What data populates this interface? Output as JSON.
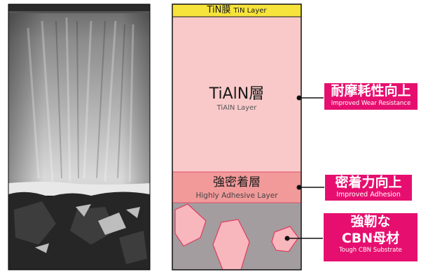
{
  "layers": {
    "tin": {
      "name_jp": "TiN膜",
      "name_en": "TiN Layer",
      "color": "#f6e33b"
    },
    "tialn": {
      "name_jp": "TiAlN層",
      "name_en": "TiAlN Layer",
      "color": "#f9c9c9"
    },
    "adhesive": {
      "name_jp": "強密着層",
      "name_en": "Highly Adhesive Layer",
      "color": "#f29a9a"
    },
    "substrate": {
      "color": "#a39d9f",
      "grain_color": "#f7b7bd"
    }
  },
  "callouts": {
    "wear": {
      "jp": "耐摩耗性向上",
      "en": "Improved Wear Resistance"
    },
    "adhesion": {
      "jp": "密着力向上",
      "en": "Improved Adhesion"
    },
    "cbn": {
      "jp_line1": "強靭な",
      "jp_line2": "CBN母材",
      "en": "Tough CBN Substrate"
    }
  },
  "accent_color": "#e60f6f"
}
